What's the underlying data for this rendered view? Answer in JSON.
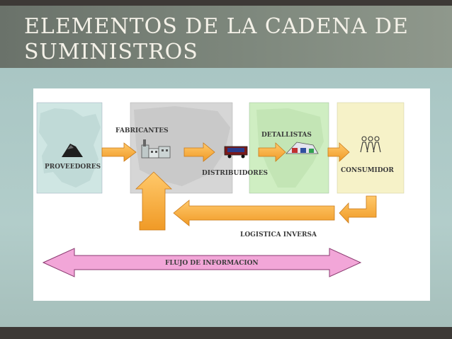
{
  "slide": {
    "title": "ELEMENTOS DE LA CADENA DE SUMINISTROS"
  },
  "diagram": {
    "labels": {
      "proveedores": "PROVEEDORES",
      "fabricantes": "FABRICANTES",
      "distribuidores": "DISTRIBUIDORES",
      "detallistas": "DETALLISTAS",
      "consumidor": "CONSUMIDOR",
      "logistica_inversa": "LOGISTICA INVERSA",
      "flujo_informacion": "FLUJO DE INFORMACION"
    },
    "colors": {
      "panel_proveedores": "#cfe6e3",
      "panel_fabricantes": "#d6d6d6",
      "panel_detallistas": "#cfeec2",
      "panel_consumidor": "#f6f2c8",
      "flow_arrow": "#f4a93a",
      "info_arrow": "#f2a6d8"
    },
    "icons": [
      "coal-pile-icon",
      "factory-icon",
      "truck-icon",
      "store-icon",
      "people-icon"
    ]
  }
}
